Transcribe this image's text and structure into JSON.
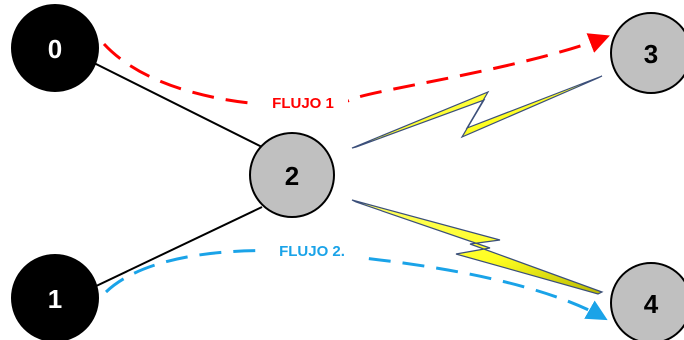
{
  "nodes": {
    "n0": {
      "label": "0"
    },
    "n1": {
      "label": "1"
    },
    "n2": {
      "label": "2"
    },
    "n3": {
      "label": "3"
    },
    "n4": {
      "label": "4"
    }
  },
  "flows": {
    "flow1": {
      "label": "FLUJO 1",
      "color": "#ff0000"
    },
    "flow2": {
      "label": "FLUJO 2.",
      "color": "#1aa3e8"
    }
  },
  "colors": {
    "dark_node": "#000000",
    "light_node": "#c0c0c0",
    "wireless": "#ffff33"
  }
}
